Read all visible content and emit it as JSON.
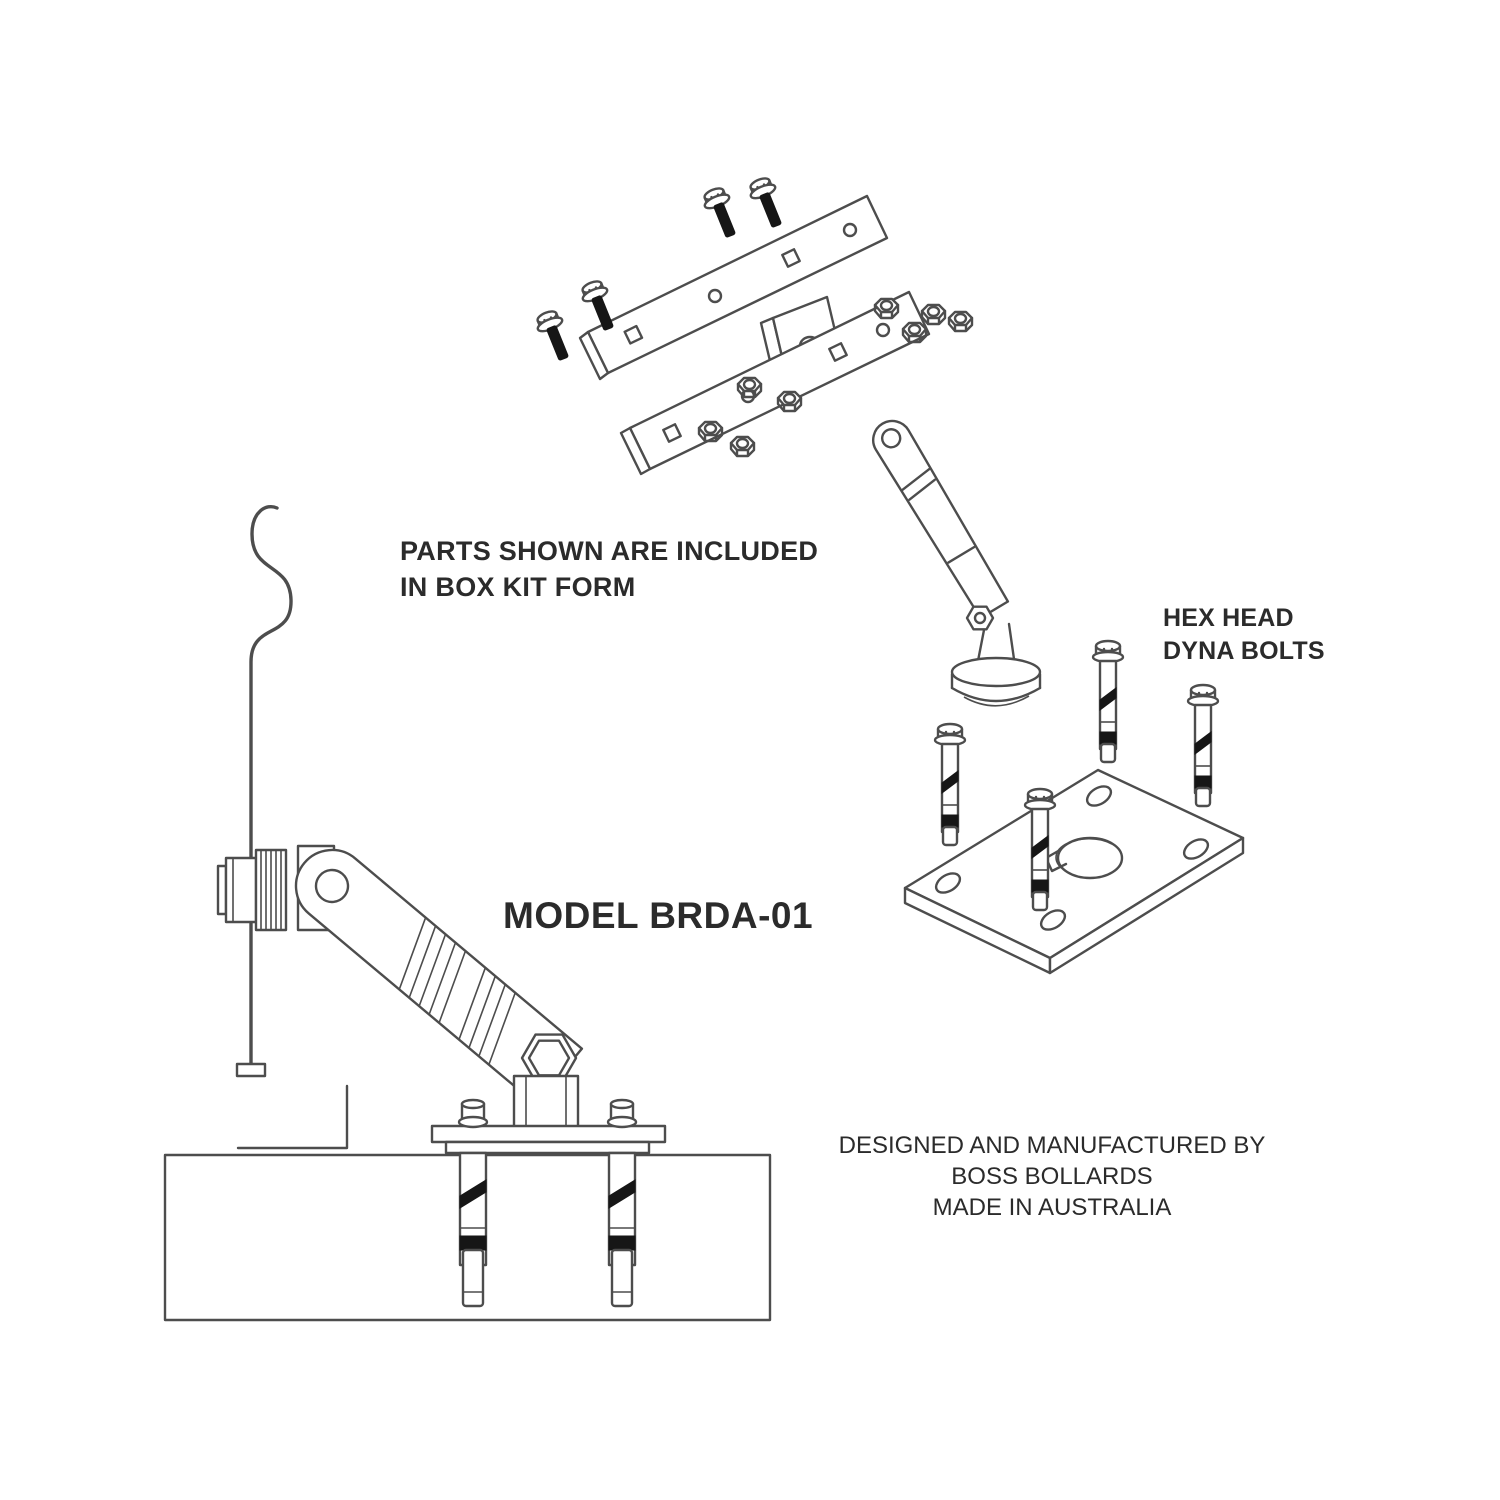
{
  "diagram": {
    "model_title": "MODEL BRDA-01",
    "parts_note": {
      "line1": "PARTS SHOWN ARE INCLUDED",
      "line2": "IN BOX KIT FORM"
    },
    "hex_bolts_label": {
      "line1": "HEX HEAD",
      "line2": "DYNA BOLTS"
    },
    "footer": {
      "line1": "DESIGNED AND MANUFACTURED BY",
      "line2": "BOSS BOLLARDS",
      "line3": "MADE IN AUSTRALIA"
    }
  },
  "colors": {
    "background": "#ffffff",
    "line": "#4d4d4d",
    "dark_fill": "#161616",
    "text": "#2b2b2b"
  }
}
